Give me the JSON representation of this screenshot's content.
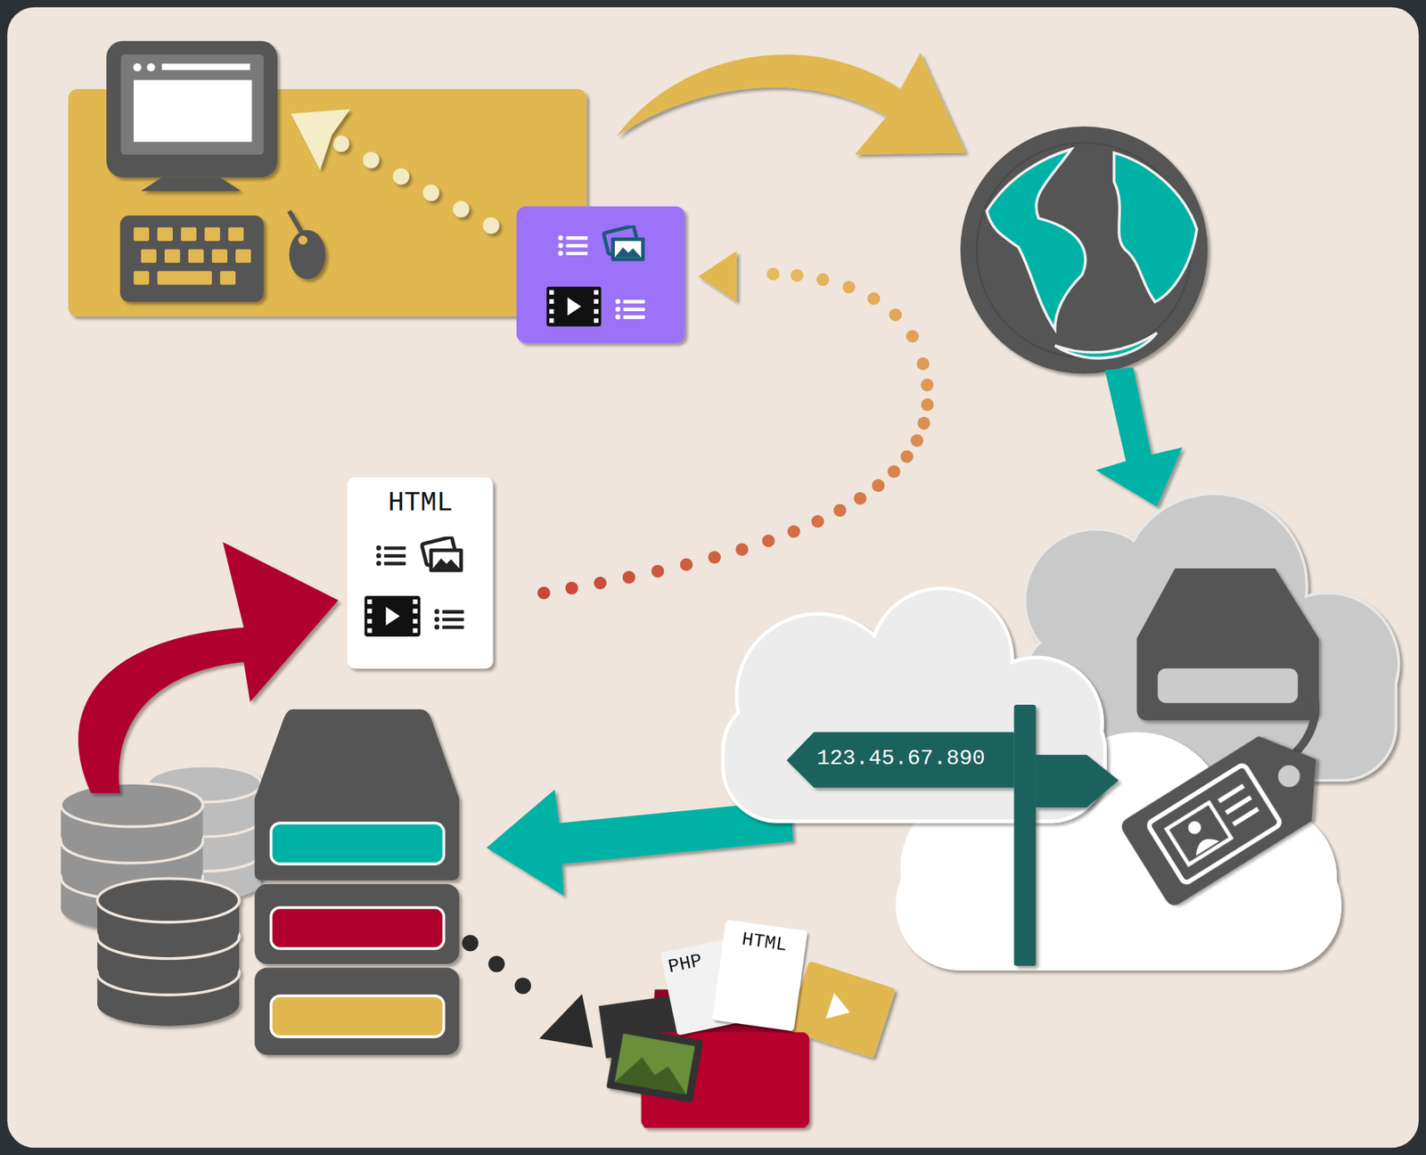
{
  "diagram": {
    "nodes": [
      {
        "text": [
          "HTML"
        ]
      },
      {
        "text": [
          "123.45.67.890"
        ]
      },
      {
        "text": [
          "PHP"
        ]
      },
      {
        "text": [
          "HTML"
        ]
      }
    ]
  }
}
